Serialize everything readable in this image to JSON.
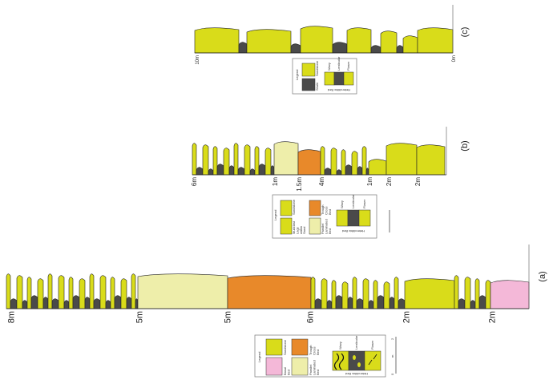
{
  "colors": {
    "sandstone": "#d9dc1a",
    "shale": "#4a4a4a",
    "trough": "#e8892a",
    "parallel": "#eeeeaa",
    "basal": "#f4b8d8"
  },
  "panels": [
    {
      "label": "(a)",
      "thickness_labels": [
        "8m",
        "5m",
        "5m",
        "6m",
        "2m",
        "2m"
      ]
    },
    {
      "label": "(b)",
      "thickness_labels": [
        "6m",
        "1m",
        "1.5m",
        "4m",
        "1m",
        "2m",
        "2m"
      ]
    },
    {
      "label": "(c)",
      "thickness_labels": [
        "10m",
        "0m"
      ]
    }
  ],
  "legend": {
    "title": "Legend",
    "sandstone": "Sandstone",
    "shale": "Shale",
    "trough": "Trough Cross Bed",
    "basal": "Basal Bed",
    "parallel": "Parallel Laminated Bed",
    "mudclast": "Mudclast Lags within Sand",
    "wavy": "Wavy",
    "lenticular": "Lenticular",
    "flaser": "Flaser",
    "heterolithic": "Heterolithic Bed",
    "scale": [
      "0",
      "m",
      "2"
    ]
  }
}
